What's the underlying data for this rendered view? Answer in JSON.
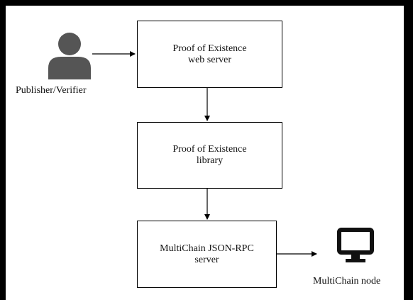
{
  "diagram": {
    "nodes": {
      "publisher": {
        "label": "Publisher/Verifier",
        "icon": "person-icon"
      },
      "web_server": {
        "lines": [
          "Proof of Existence",
          "web server"
        ]
      },
      "library": {
        "lines": [
          "Proof of Existence",
          "library"
        ]
      },
      "rpc_server": {
        "lines": [
          "MultiChain JSON-RPC",
          "server"
        ]
      },
      "node": {
        "label": "MultiChain node",
        "icon": "monitor-icon"
      }
    },
    "edges": [
      {
        "from": "publisher",
        "to": "web_server"
      },
      {
        "from": "web_server",
        "to": "library"
      },
      {
        "from": "library",
        "to": "rpc_server"
      },
      {
        "from": "rpc_server",
        "to": "node"
      }
    ],
    "colors": {
      "frame": "#000000",
      "icon": "#555555",
      "line": "#000000"
    }
  }
}
